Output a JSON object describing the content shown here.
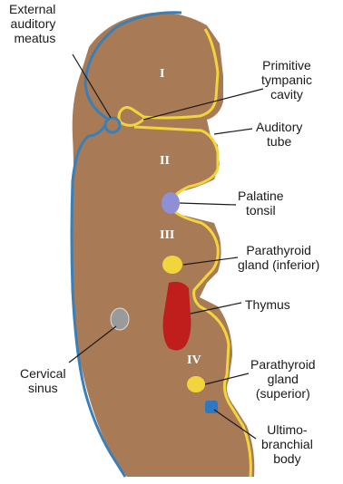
{
  "labels": {
    "external_auditory_meatus": "External\nauditory\nmeatus",
    "primitive_tympanic_cavity": "Primitive\ntympanic\ncavity",
    "auditory_tube": "Auditory\ntube",
    "palatine_tonsil": "Palatine\ntonsil",
    "parathyroid_inferior": "Parathyroid\ngland (inferior)",
    "thymus": "Thymus",
    "cervical_sinus": "Cervical\nsinus",
    "parathyroid_superior": "Parathyroid\ngland\n(superior)",
    "ultimobranchial_body": "Ultimo-\nbranchial\nbody"
  },
  "arches": [
    "I",
    "II",
    "III",
    "IV"
  ],
  "colors": {
    "tissue": "#a87a55",
    "ectoderm": "#3a7fb8",
    "endoderm": "#f2d53c",
    "tonsil": "#8f8fd8",
    "thymus": "#c01d1d",
    "ultimobranchial": "#2c78c2",
    "sinus": "#9a9a9a"
  }
}
